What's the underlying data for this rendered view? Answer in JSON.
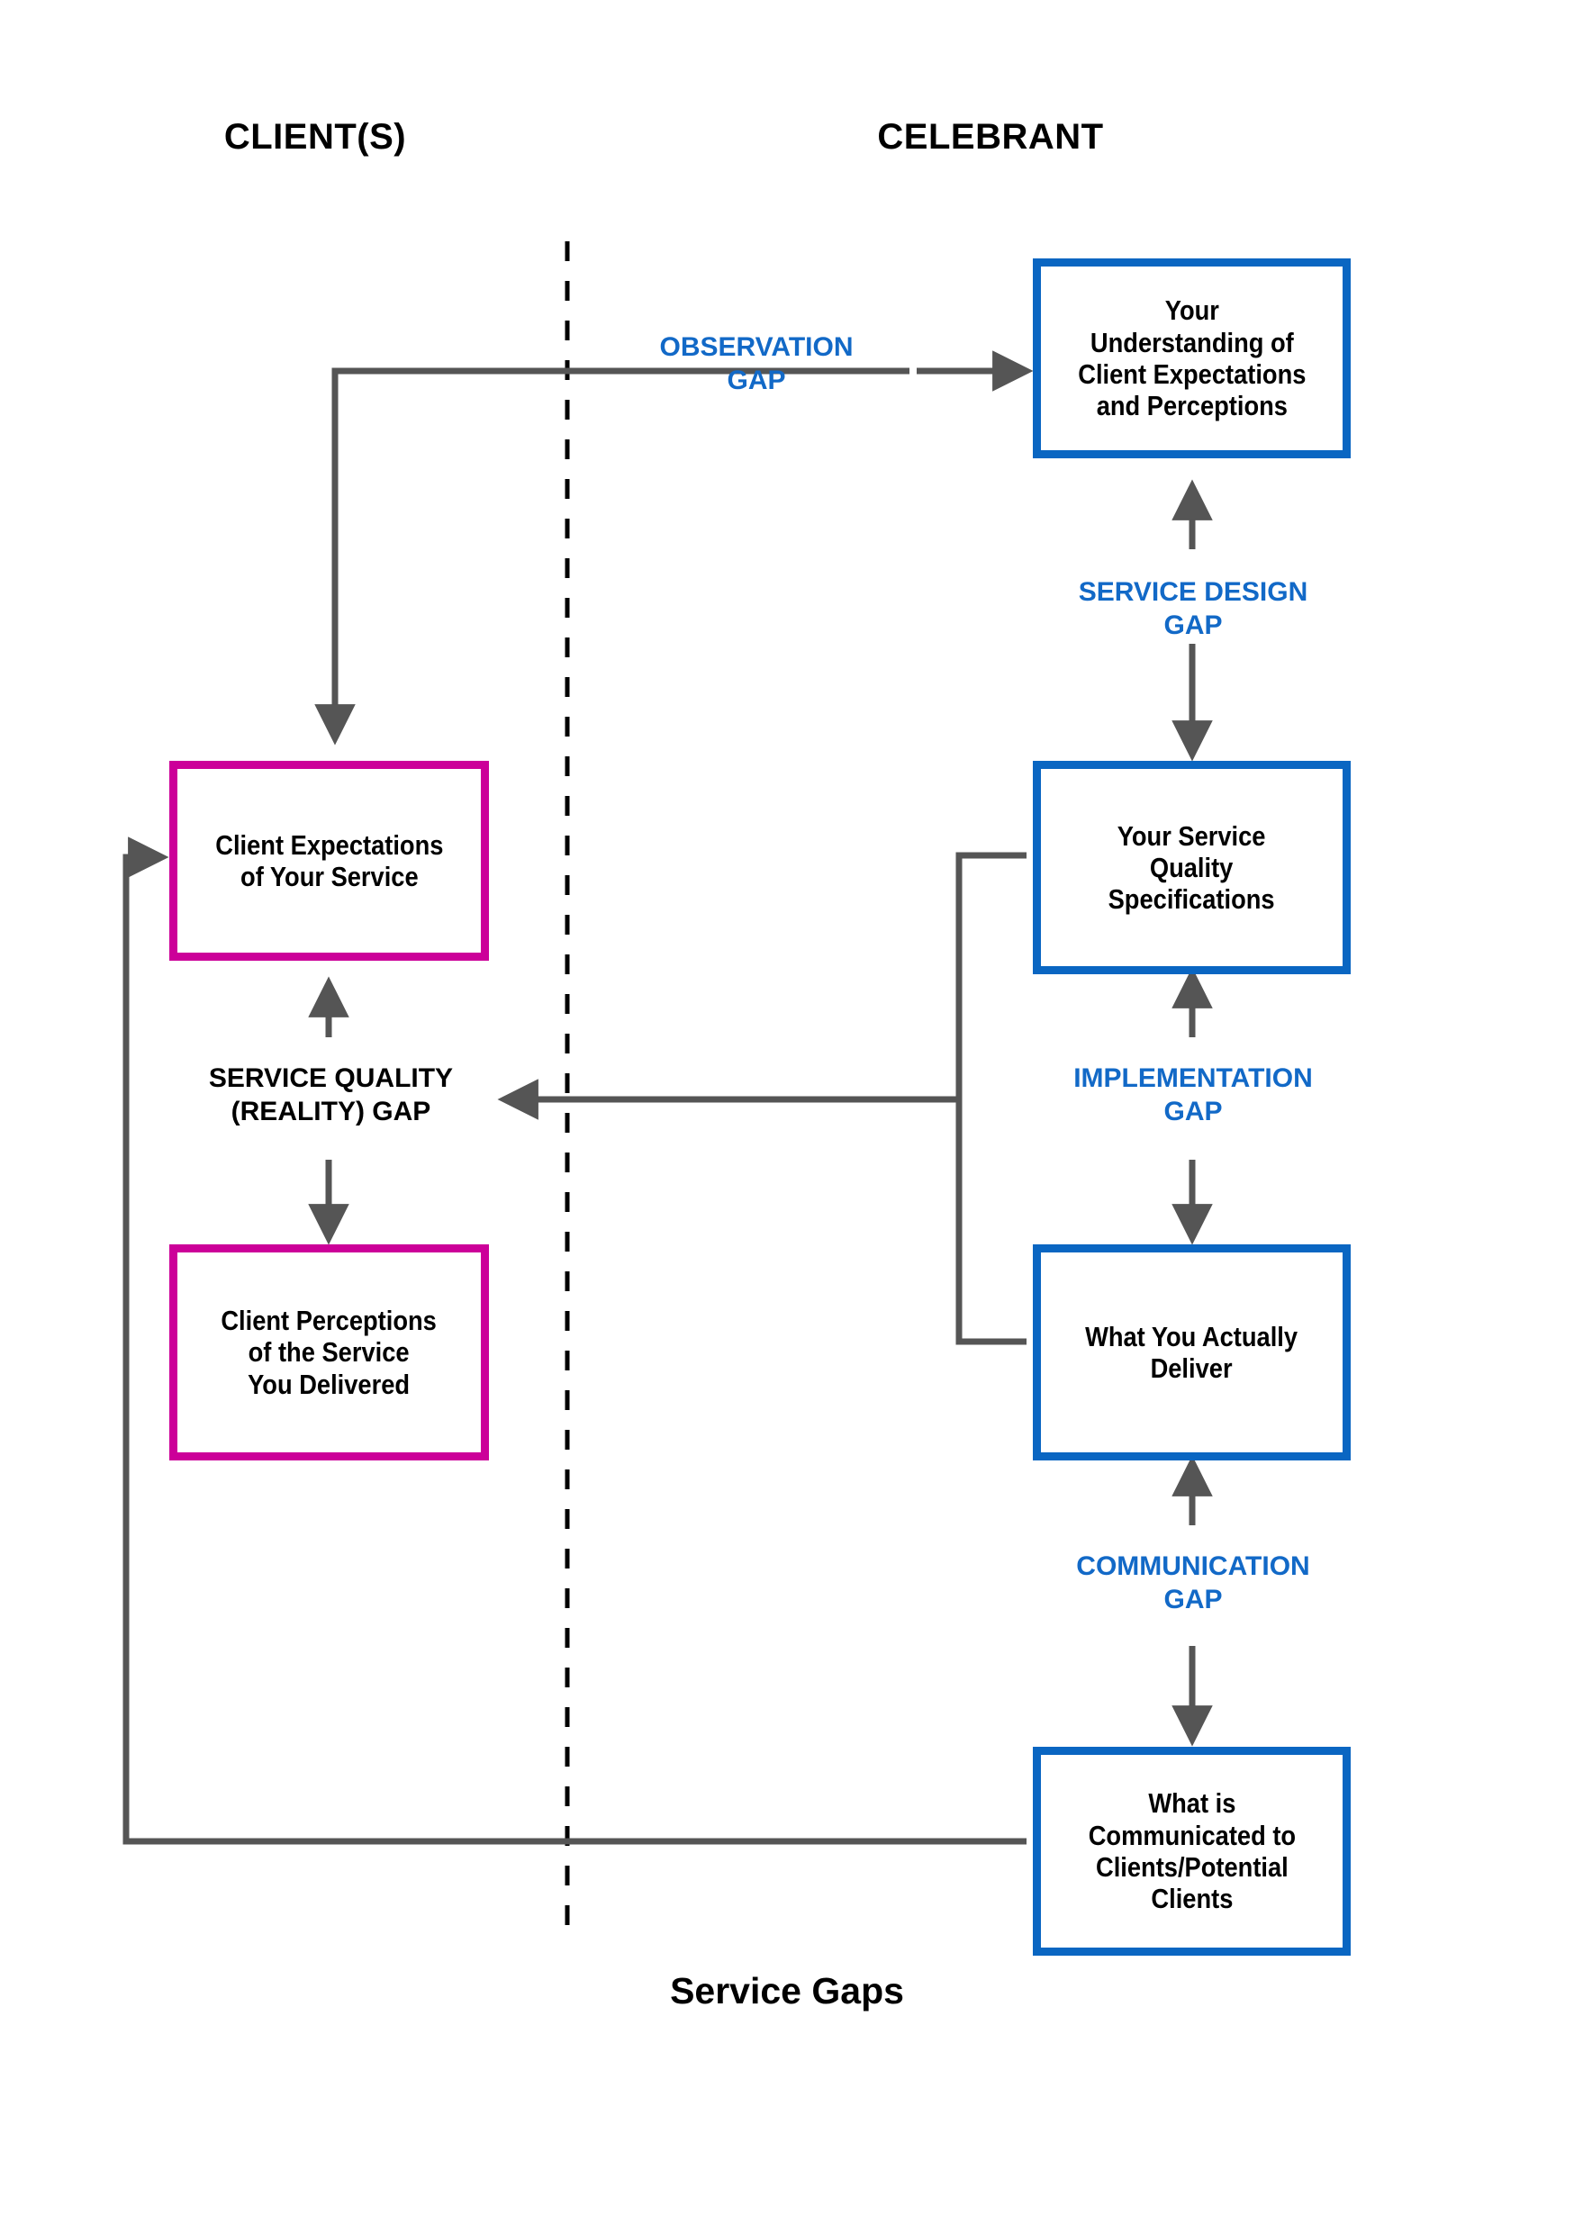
{
  "diagram": {
    "caption": "Service Gaps",
    "columns": [
      {
        "id": "clients",
        "label": "CLIENT(S)"
      },
      {
        "id": "celebrant",
        "label": "CELEBRANT"
      }
    ],
    "divider": {
      "style": "dashed",
      "color": "#000000"
    },
    "colors": {
      "celebrant_box_border": "#0a66c2",
      "client_box_border": "#cc0099",
      "gap_label_blue": "#1269c7",
      "gap_label_black": "#000000",
      "connector": "#555555",
      "background": "#ffffff"
    },
    "nodes": [
      {
        "id": "understanding",
        "side": "celebrant",
        "label": "Your\nUnderstanding of\nClient Expectations\nand Perceptions",
        "border_color": "#0a66c2"
      },
      {
        "id": "expectations",
        "side": "clients",
        "label": "Client Expectations\nof Your Service",
        "border_color": "#cc0099"
      },
      {
        "id": "specifications",
        "side": "celebrant",
        "label": "Your Service\nQuality\nSpecifications",
        "border_color": "#0a66c2"
      },
      {
        "id": "perceptions",
        "side": "clients",
        "label": "Client Perceptions\nof the Service\nYou Delivered",
        "border_color": "#cc0099"
      },
      {
        "id": "deliver",
        "side": "celebrant",
        "label": "What You Actually\nDeliver",
        "border_color": "#0a66c2"
      },
      {
        "id": "communicated",
        "side": "celebrant",
        "label": "What is\nCommunicated to\nClients/Potential\nClients",
        "border_color": "#0a66c2"
      }
    ],
    "gaps": [
      {
        "id": "observation",
        "label": "OBSERVATION\nGAP",
        "color": "blue"
      },
      {
        "id": "service-design",
        "label": "SERVICE DESIGN\nGAP",
        "color": "blue"
      },
      {
        "id": "service-quality-reality",
        "label": "SERVICE QUALITY\n(REALITY) GAP",
        "color": "black"
      },
      {
        "id": "implementation",
        "label": "IMPLEMENTATION\nGAP",
        "color": "blue"
      },
      {
        "id": "communication",
        "label": "COMMUNICATION\nGAP",
        "color": "blue"
      }
    ]
  }
}
